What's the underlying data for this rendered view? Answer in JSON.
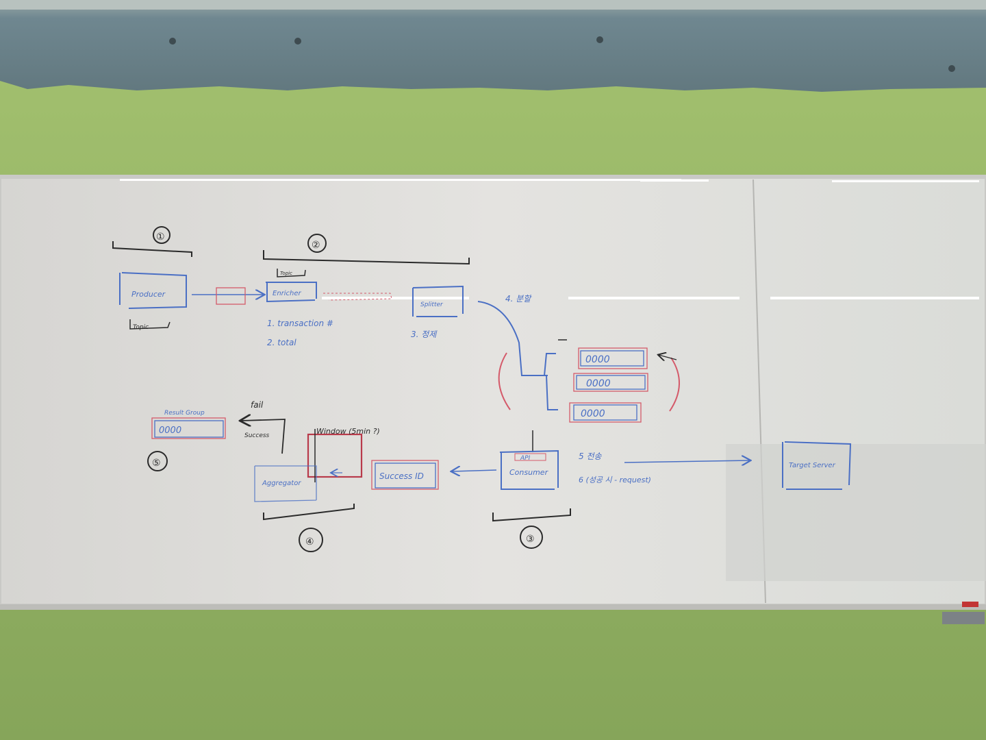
{
  "scene": {
    "description_colors": {
      "wall": "#8faa5e",
      "concrete": "#6f858c",
      "whiteboard": "#dcdcd8",
      "blue_marker": "#4a6fc4",
      "red_marker": "#d45a6a",
      "black_marker": "#2a2a2a"
    }
  },
  "board": {
    "sections": {
      "s1": "①",
      "s2": "②",
      "s3": "③",
      "s4": "④",
      "s5": "⑤"
    },
    "producer_label": "Producer",
    "producer_note": "Topic",
    "enricher_label": "Enricher",
    "enricher_note": "Topic",
    "splitter_label": "Splitter",
    "enricher_step1": "1. transaction #",
    "enricher_step2": "2. total",
    "splitter_step3": "3. 정제",
    "step4": "4. 분할",
    "queue_1": "0000",
    "queue_2": "0000",
    "queue_3": "0000",
    "result_group": "Result Group",
    "result_queue": "0000",
    "fail_label": "fail",
    "success_arrow_label": "Success",
    "window_label": "Window (5min ?)",
    "aggregator_label": "Aggregator",
    "success_id_label": "Success ID",
    "api_consumer_line1": "API",
    "api_consumer_line2": "Consumer",
    "step5": "5 전송",
    "step6": "6 (성공 시 - request)",
    "target_label": "Target Server"
  }
}
